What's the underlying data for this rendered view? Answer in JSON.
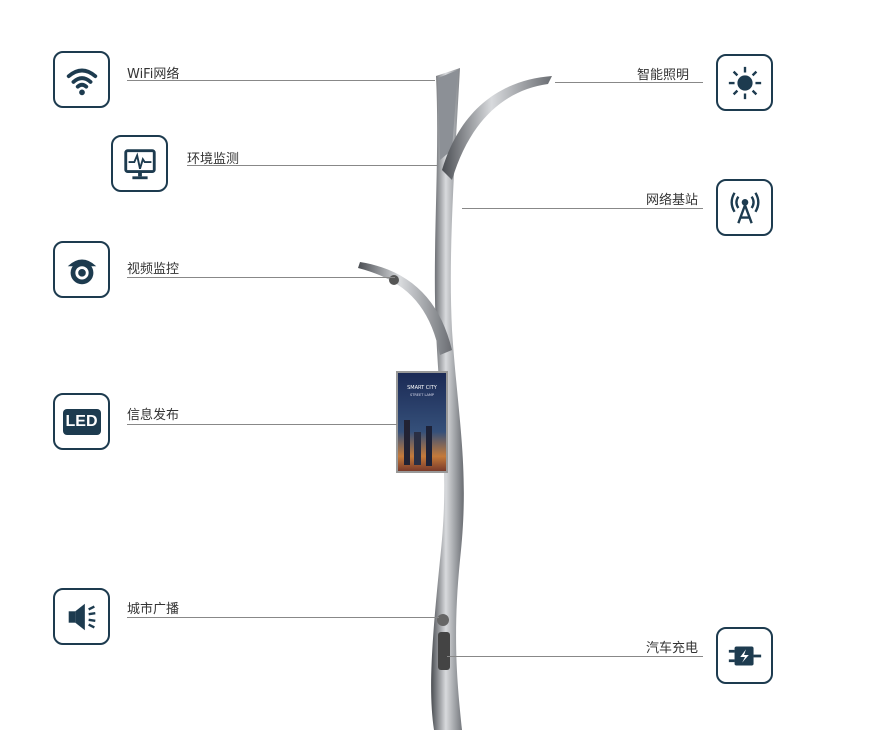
{
  "features": {
    "wifi": "WiFi网络",
    "env": "环境监测",
    "video": "视频监控",
    "info": "信息发布",
    "broadcast": "城市广播",
    "lighting": "智能照明",
    "basestation": "网络基站",
    "charging": "汽车充电"
  },
  "screen": {
    "title": "SMART CITY",
    "subtitle": "STREET LAMP"
  },
  "led_icon_text": "LED",
  "colors": {
    "icon": "#1d3b4f"
  }
}
